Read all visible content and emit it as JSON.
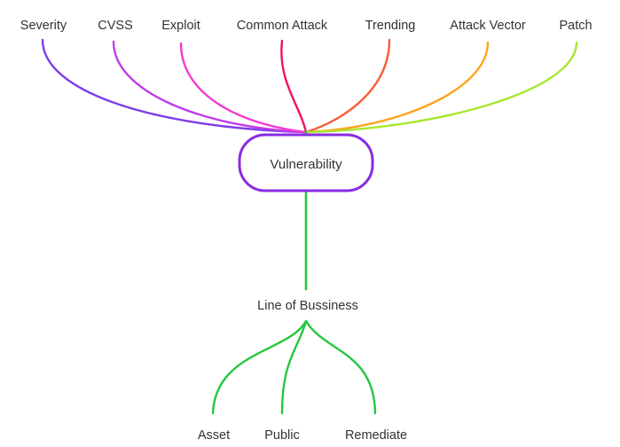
{
  "mindmap": {
    "root": {
      "label": "Vulnerability",
      "border_color": "#8a2be2",
      "fill_color": "#ffffff"
    },
    "branches_top": [
      {
        "label": "Severity",
        "color": "#7f3ce8"
      },
      {
        "label": "CVSS",
        "color": "#c13ce8"
      },
      {
        "label": "Exploit",
        "color": "#f23ad2"
      },
      {
        "label": "Common Attack",
        "color": "#f0125f"
      },
      {
        "label": "Trending",
        "color": "#f95b39"
      },
      {
        "label": "Attack Vector",
        "color": "#ffa41c"
      },
      {
        "label": "Patch",
        "color": "#a9e62f"
      }
    ],
    "branch_bottom": {
      "label": "Line of Bussiness",
      "color": "#25c73e",
      "children": [
        {
          "label": "Asset"
        },
        {
          "label": "Public"
        },
        {
          "label": "Remediate"
        }
      ]
    },
    "text_color": "#333333"
  }
}
